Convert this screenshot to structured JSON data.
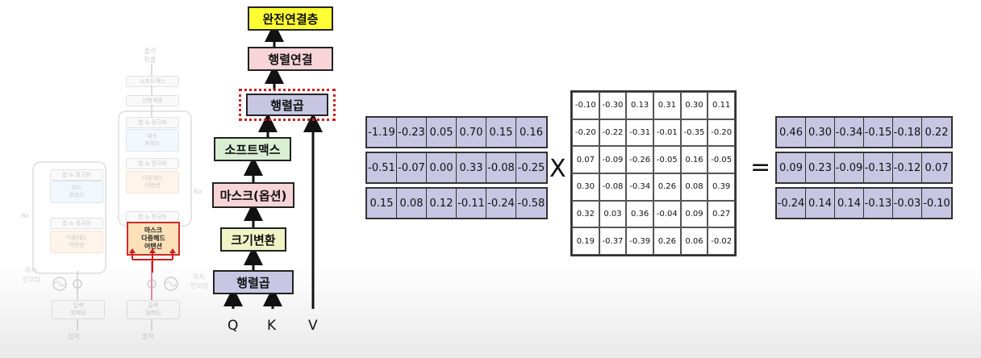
{
  "faded_diagram": {
    "output_prob": "출력\n확률",
    "softmax": "소프트맥스",
    "linear": "선형계층",
    "addnorm": "합 & 정규화",
    "ffn": "피드\n포워드",
    "mha": "다중헤드\n어텐션",
    "masked_mha": "마스크\n다중헤드\n어텐션",
    "nx": "Nx",
    "pos_enc": "위치\n인코딩",
    "input_emb": "입력\n임베딩",
    "output_emb": "출력\n임베딩",
    "input": "입력",
    "output": "출력"
  },
  "flow": {
    "fc": "완전연결층",
    "concat": "행렬연결",
    "matmul_top": "행렬곱",
    "softmax": "소프트맥스",
    "mask": "마스크(옵션)",
    "scale": "크기변환",
    "matmul_bottom": "행렬곱",
    "q": "Q",
    "k": "K",
    "v": "V",
    "colors": {
      "yellow": "#ffff33",
      "pink": "#f7d4d8",
      "lavender": "#c9c6e3",
      "green": "#d8efd3",
      "lightyellow": "#f0f3c6",
      "red": "#cc1f1f"
    }
  },
  "left_matrix": [
    [
      "-1.19",
      "-0.23",
      "0.05",
      "0.70",
      "0.15",
      "0.16"
    ],
    [
      "-0.51",
      "-0.07",
      "0.00",
      "0.33",
      "-0.08",
      "-0.25"
    ],
    [
      "0.15",
      "0.08",
      "0.12",
      "-0.11",
      "-0.24",
      "-0.58"
    ]
  ],
  "times": "X",
  "middle_matrix": [
    [
      "-0.10",
      "-0.30",
      "0.13",
      "0.31",
      "0.30",
      "0.11"
    ],
    [
      "-0.20",
      "-0.22",
      "-0.31",
      "-0.01",
      "-0.35",
      "-0.20"
    ],
    [
      "0.07",
      "-0.09",
      "-0.26",
      "-0.05",
      "0.16",
      "-0.05"
    ],
    [
      "0.30",
      "-0.08",
      "-0.34",
      "0.26",
      "0.08",
      "0.39"
    ],
    [
      "0.32",
      "0.03",
      "0.36",
      "-0.04",
      "0.09",
      "0.27"
    ],
    [
      "0.19",
      "-0.37",
      "-0.39",
      "0.26",
      "0.06",
      "-0.02"
    ]
  ],
  "equals": "=",
  "right_matrix": [
    [
      "0.46",
      "0.30",
      "-0.34",
      "-0.15",
      "-0.18",
      "0.22"
    ],
    [
      "0.09",
      "0.23",
      "-0.09",
      "-0.13",
      "-0.12",
      "0.07"
    ],
    [
      "-0.24",
      "0.14",
      "0.14",
      "-0.13",
      "-0.03",
      "-0.10"
    ]
  ]
}
